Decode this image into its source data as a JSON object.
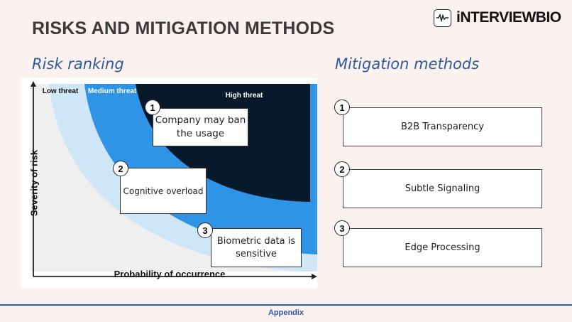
{
  "header": {
    "title": "RISKS AND MITIGATION METHODS",
    "logo_text": "iNTERVIEWBIO"
  },
  "risk_section": {
    "subtitle": "Risk ranking",
    "zones": {
      "low": "Low threat",
      "medium": "Medium threat",
      "high": "High threat"
    },
    "axes": {
      "y_label": "Severity of risk",
      "x_label": "Probability of occurrence"
    },
    "risks": [
      {
        "num": "1",
        "text": "Company may ban the usage"
      },
      {
        "num": "2",
        "text": "Cognitive overload"
      },
      {
        "num": "3",
        "text": "Biometric data is sensitive"
      }
    ]
  },
  "mitigation_section": {
    "subtitle": "Mitigation methods",
    "items": [
      {
        "num": "1",
        "text": "B2B Transparency"
      },
      {
        "num": "2",
        "text": "Subtle Signaling"
      },
      {
        "num": "3",
        "text": "Edge Processing"
      }
    ]
  },
  "footer": {
    "text": "Appendix"
  },
  "colors": {
    "background": "#fbf1ee",
    "accent": "#2f5a9e",
    "low_zone": "#cfe6f7",
    "medium_zone": "#2f93e6",
    "high_zone": "#061a2c",
    "base_zone": "#efefef"
  }
}
